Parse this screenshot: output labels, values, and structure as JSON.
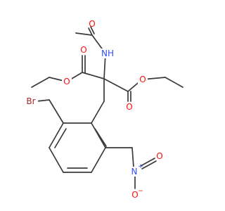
{
  "atoms": {
    "O_acetyl": {
      "text": "O",
      "color": "#ff0d0d"
    },
    "NH": {
      "text": "NH",
      "color": "#3050f8"
    },
    "O_left_carbonyl": {
      "text": "O",
      "color": "#ff0d0d"
    },
    "O_left_ester": {
      "text": "O",
      "color": "#ff0d0d"
    },
    "O_right_ester": {
      "text": "O",
      "color": "#ff0d0d"
    },
    "O_right_carbonyl": {
      "text": "O",
      "color": "#ff0d0d"
    },
    "Br": {
      "text": "Br",
      "color": "#a62929"
    },
    "N_nitro": {
      "text": "N",
      "color": "#3050f8"
    },
    "N_nitro_charge": {
      "text": "+",
      "color": "#3050f8"
    },
    "O_nitro_top": {
      "text": "O",
      "color": "#ff0d0d"
    },
    "O_nitro_bottom": {
      "text": "O",
      "color": "#ff0d0d"
    },
    "O_nitro_charge": {
      "text": "−",
      "color": "#ff0d0d"
    }
  },
  "colors": {
    "bond": "#3a3a3a",
    "background": "#ffffff"
  }
}
